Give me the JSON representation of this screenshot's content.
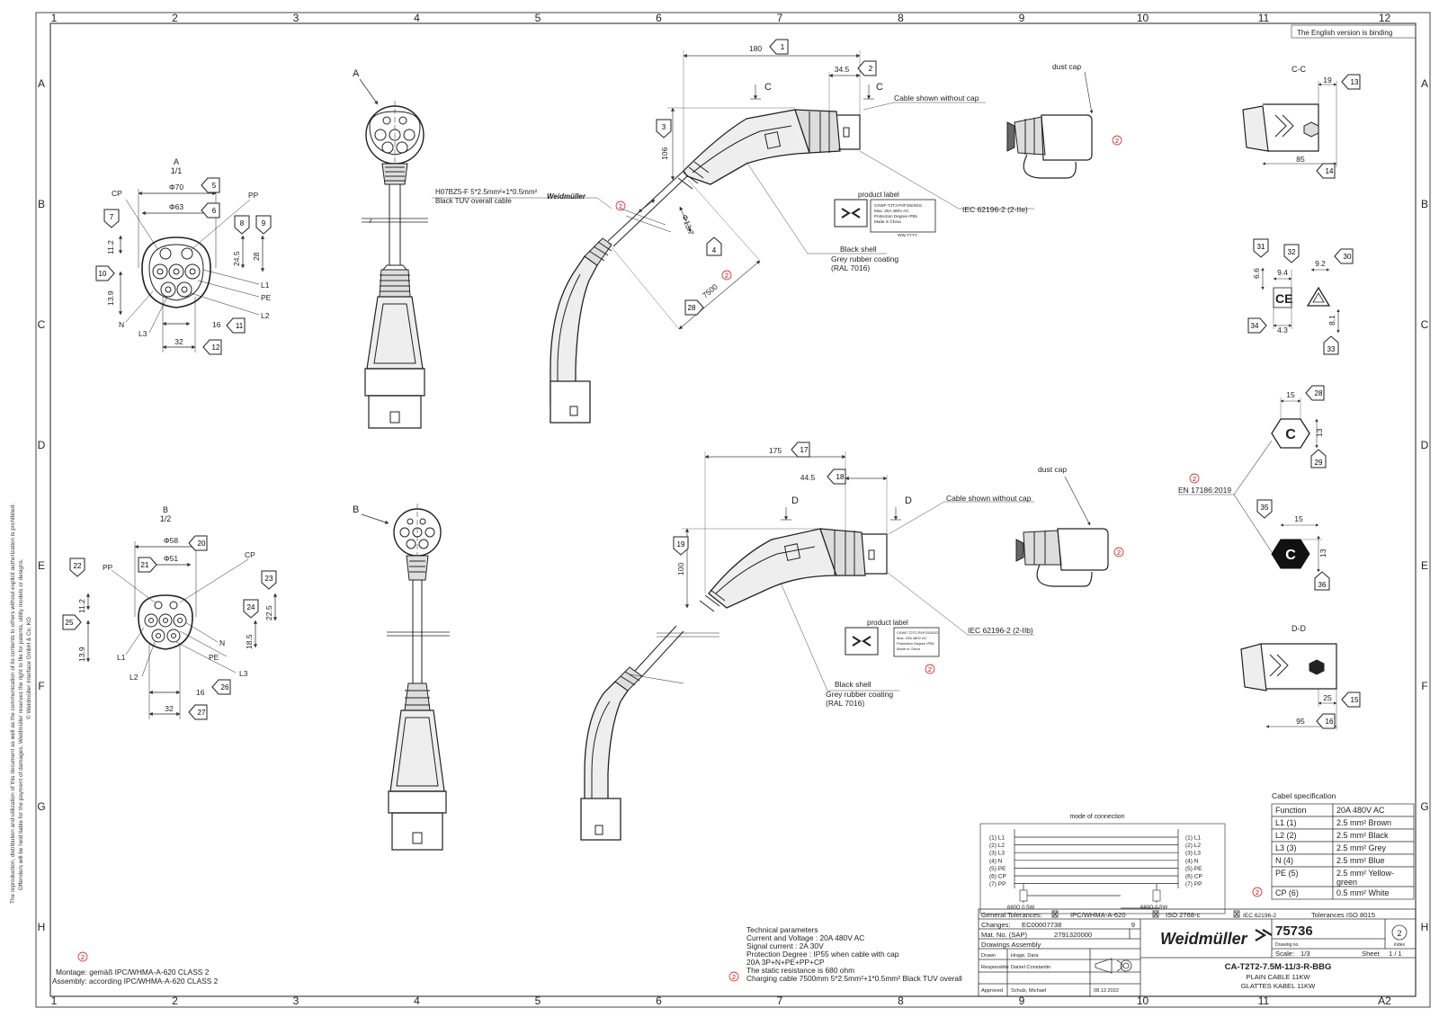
{
  "grid": {
    "cols": [
      "1",
      "2",
      "3",
      "4",
      "5",
      "6",
      "7",
      "8",
      "9",
      "10",
      "11",
      "12"
    ],
    "bottom_cols": [
      "1",
      "2",
      "3",
      "4",
      "5",
      "6",
      "7",
      "8",
      "9",
      "10",
      "11",
      "A2"
    ],
    "rows": [
      "A",
      "B",
      "C",
      "D",
      "E",
      "F",
      "G",
      "H"
    ]
  },
  "binding_note": "The English version is binding",
  "side_notice": {
    "line1": "The reproduction, distribution and utilization of this document as well as the communication of its contents to others without explicit authorization is prohibited.",
    "line2": "Offenders will be held liable for the payment of damages. Weidmüller reserves the right to file for patents, utility models or designs.",
    "line3": "© Weidmüller Interface GmbH & Co. KG"
  },
  "view_a": {
    "title": "A",
    "scale": "1/1",
    "dims": {
      "phi70": "Φ70",
      "phi63": "Φ63",
      "d11_2": "11.2",
      "d24_5": "24.5",
      "d28": "28",
      "d13_9": "13.9",
      "d16": "16",
      "d32": "32"
    },
    "pins": {
      "cp": "CP",
      "pp": "PP",
      "l1": "L1",
      "pe": "PE",
      "l2": "L2",
      "n": "N",
      "l3": "L3"
    },
    "markers": {
      "m5": "5",
      "m6": "6",
      "m7": "7",
      "m8": "8",
      "m9": "9",
      "m10": "10",
      "m11": "11",
      "m12": "12"
    }
  },
  "view_b": {
    "title": "B",
    "scale": "1/2",
    "dims": {
      "phi58": "Φ58",
      "phi51": "Φ51",
      "d11_2": "11.2",
      "d22_5": "22.5",
      "d18_5": "18.5",
      "d13_9": "13.9",
      "d16": "16",
      "d32": "32"
    },
    "pins": {
      "pp": "PP",
      "cp": "CP",
      "l1": "L1",
      "n": "N",
      "pe": "PE",
      "l2": "L2",
      "l3": "L3"
    },
    "markers": {
      "m20": "20",
      "m21": "21",
      "m22": "22",
      "m23": "23",
      "m24": "24",
      "m25": "25",
      "m26": "26",
      "m27": "27"
    }
  },
  "front_a_label": "A",
  "front_b_label": "B",
  "side_a": {
    "cable_text1": "H07BZ5-F 5*2.5mm²+1*0.5mm²",
    "cable_text2": "Black TUV overall cable",
    "brand_small": "Weidmüller",
    "d180": "180",
    "d34_5": "34.5",
    "d106": "106",
    "d13_7": "Φ13.7",
    "d7500": "7500",
    "section_c": "C",
    "without_cap": "Cable shown without cap",
    "iec": "IEC 62196-2 (2-IIe)",
    "product_label": "product label",
    "black_shell": "Black shell",
    "grey_rubber": "Grey rubber coating",
    "ral": "(RAL 7016)",
    "markers": {
      "m1": "1",
      "m2": "2",
      "m3": "3",
      "m4": "4",
      "m28": "28"
    }
  },
  "side_b": {
    "d175": "175",
    "d44_5": "44.5",
    "d100": "100",
    "section_d": "D",
    "without_cap": "Cable shown without cap",
    "iec": "IEC 62196-2 (2-IIb)",
    "product_label": "product label",
    "black_shell": "Black shell",
    "grey_rubber": "Grey rubber coating",
    "ral": "(RAL 7016)",
    "markers": {
      "m17": "17",
      "m18": "18",
      "m19": "19"
    }
  },
  "dust_cap": "dust cap",
  "rev": "2",
  "section_cc": {
    "title": "C-C",
    "d19": "19",
    "d85": "85",
    "markers": {
      "m13": "13",
      "m14": "14"
    }
  },
  "section_dd": {
    "title": "D-D",
    "d25": "25",
    "d95": "95",
    "markers": {
      "m15": "15",
      "m16": "16"
    }
  },
  "marks": {
    "d6_6": "6.6",
    "d9_4": "9.4",
    "d9_2": "9.2",
    "d4_3": "4.3",
    "d8_1": "8.1",
    "markers": {
      "m29": "29",
      "m30": "30",
      "m31": "31",
      "m32": "32",
      "m33": "33",
      "m34": "34"
    }
  },
  "hex_top": {
    "d15": "15",
    "d13": "13",
    "letter": "C",
    "markers": {
      "m28": "28",
      "m29": "29"
    }
  },
  "hex_bottom": {
    "d15": "15",
    "d13": "13",
    "letter": "C",
    "markers": {
      "m35": "35",
      "m36": "36"
    }
  },
  "en_standard": "EN 17186:2019",
  "product_label_box": {
    "l1": "CKWF-T2T2-PI/F/25/3GG",
    "l2": "Max: 20A 480V AC",
    "l3": "Protection Degree IP55",
    "l4": "Made in China",
    "l5": "WW.YYYY"
  },
  "connection": {
    "title": "mode of connection",
    "left": [
      "(1) L1",
      "(2) L2",
      "(3) L3",
      "(4) N",
      "(5) PE",
      "(6) CP",
      "(7) PP"
    ],
    "right": [
      "(1) L1",
      "(2) L2",
      "(3) L3",
      "(4) N",
      "(5) PE",
      "(6) CP",
      "(7) PP"
    ],
    "resistor": "680Ω 0.5W"
  },
  "cable_spec": {
    "title": "Cabel specification",
    "rows": [
      [
        "Function",
        "20A 480V AC"
      ],
      [
        "L1 (1)",
        "2.5 mm² Brown"
      ],
      [
        "L2 (2)",
        "2.5 mm² Black"
      ],
      [
        "L3 (3)",
        "2.5 mm² Grey"
      ],
      [
        "N (4)",
        "2.5 mm² Blue"
      ],
      [
        "PE (5)",
        "2.5 mm² Yellow-green"
      ],
      [
        "CP (6)",
        "0.5 mm² White"
      ]
    ]
  },
  "tech": {
    "title": "Technical parameters",
    "l1": "Current and Voltage : 20A 480V AC",
    "l2": "Signal current : 2A 30V",
    "l3": "Protection Degree : IP55 when cable with cap",
    "l4": "20A 3P+N+PE+PP+CP",
    "l5": "The static resistance is 680 ohm",
    "l6": "Charging cable 7500mm 5*2.5mm²+1*0.5mm² Black TUV overall"
  },
  "montage": {
    "l1": "Montage: gemäß IPC/WHMA-A-620 CLASS 2",
    "l2": "Assembly: according IPC/WHMA-A-620 CLASS 2"
  },
  "title_block": {
    "gen_tol": "General Tolerances:",
    "tol1": "IPC/WHMA-A-620",
    "tol2": "ISO 2768-c",
    "tol3": "IEC 62196-2",
    "tol_iso": "Tolerances ISO 8015",
    "changes_label": "Changes:",
    "changes_val": "EC00007738",
    "changes_idx": "9",
    "mat_label": "Mat. No. (SAP)",
    "mat_val": "2791320000",
    "draw_type": "Drawings Assembly",
    "drawn_label": "Drawn",
    "drawn_val": "Hrage, Dara",
    "resp_label": "Responsible",
    "resp_val": "Daniel Constantin",
    "appr_label": "Approved",
    "appr_val": "Schulz, Michael",
    "date": "08.12.2022",
    "brand": "Weidmüller",
    "drawing_no": "75736",
    "drawing_no_label": "Drawing no.",
    "index": "2",
    "index_label": "index",
    "scale_label": "Scale:",
    "scale_val": "1/3",
    "sheet_label": "Sheet",
    "sheet_val": "1 / 1",
    "part": "CA-T2T2-7.5M-11/3-R-BBG",
    "desc1": "PLAIN CABLE 11KW",
    "desc2": "GLATTES KABEL 11KW"
  }
}
